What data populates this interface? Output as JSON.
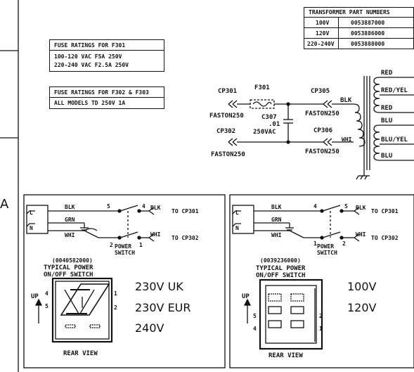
{
  "transformer_table": {
    "header": "TRANSFORMER PART NUMBERS",
    "rows": [
      {
        "voltage": "100V",
        "part": "0053887000"
      },
      {
        "voltage": "120V",
        "part": "0053886000"
      },
      {
        "voltage": "220-240V",
        "part": "0053888000"
      }
    ]
  },
  "fuse_f301": {
    "title": "FUSE RATINGS FOR F301",
    "line1": "100-120 VAC  F5A 250V",
    "line2": "220-240 VAC   F2.5A 250V"
  },
  "fuse_f302": {
    "title": "FUSE RATINGS FOR F302 & F303",
    "line1": "ALL MODELS TD 250V 1A"
  },
  "schematic": {
    "cp301": "CP301",
    "f301": "F301",
    "cp305": "CP305",
    "blk": "BLK",
    "faston_a": "FASTON250",
    "faston_b": "FASTON250",
    "c307": "C307",
    "cap_val": ".01",
    "cap_v": "250VAC",
    "cp302": "CP302",
    "cp306": "CP306",
    "whi": "WHI",
    "faston_c": "FASTON250",
    "faston_d": "FASTON250",
    "taps": [
      "RED",
      "RED/YEL",
      "RED",
      "BLU",
      "BLU/YEL",
      "BLU"
    ]
  },
  "left_panel": {
    "blk": "BLK",
    "grn": "GRN",
    "wht": "WHI",
    "l": "L",
    "n": "N",
    "n5": "5",
    "n4": "4",
    "n2": "2",
    "n1": "1",
    "blk2": "BLK",
    "whi2": "WHI",
    "to_cp301": "TO CP301",
    "to_cp302": "TO CP302",
    "power": "POWER",
    "switch": "SWITCH",
    "part": "(0040582000)",
    "typ1": "TYPICAL POWER",
    "typ2": "ON/OFF SWITCH",
    "up": "UP",
    "s4": "4",
    "s5": "5",
    "s1": "1",
    "s2": "2",
    "rear": "REAR VIEW",
    "v1": "230V UK",
    "v2": "230V EUR",
    "v3": "240V"
  },
  "right_panel": {
    "blk": "BLK",
    "grn": "GRN",
    "wht": "WHI",
    "l": "L",
    "n": "N",
    "n4": "4",
    "n5": "5",
    "n2": "2",
    "n1": "1",
    "blk2": "BLK",
    "whi2": "WHI",
    "to_cp301": "TO CP301",
    "to_cp302": "TO CP302",
    "power": "POWER",
    "switch": "SWITCH",
    "part": "(0039236000)",
    "typ1": "TYPICAL POWER",
    "typ2": "ON/OFF SWITCH",
    "up": "UP",
    "s5": "5",
    "s4": "4",
    "s2": "2",
    "s1": "1",
    "rear": "REAR VIEW",
    "v1": "100V",
    "v2": "120V"
  },
  "margin_letter": "A"
}
